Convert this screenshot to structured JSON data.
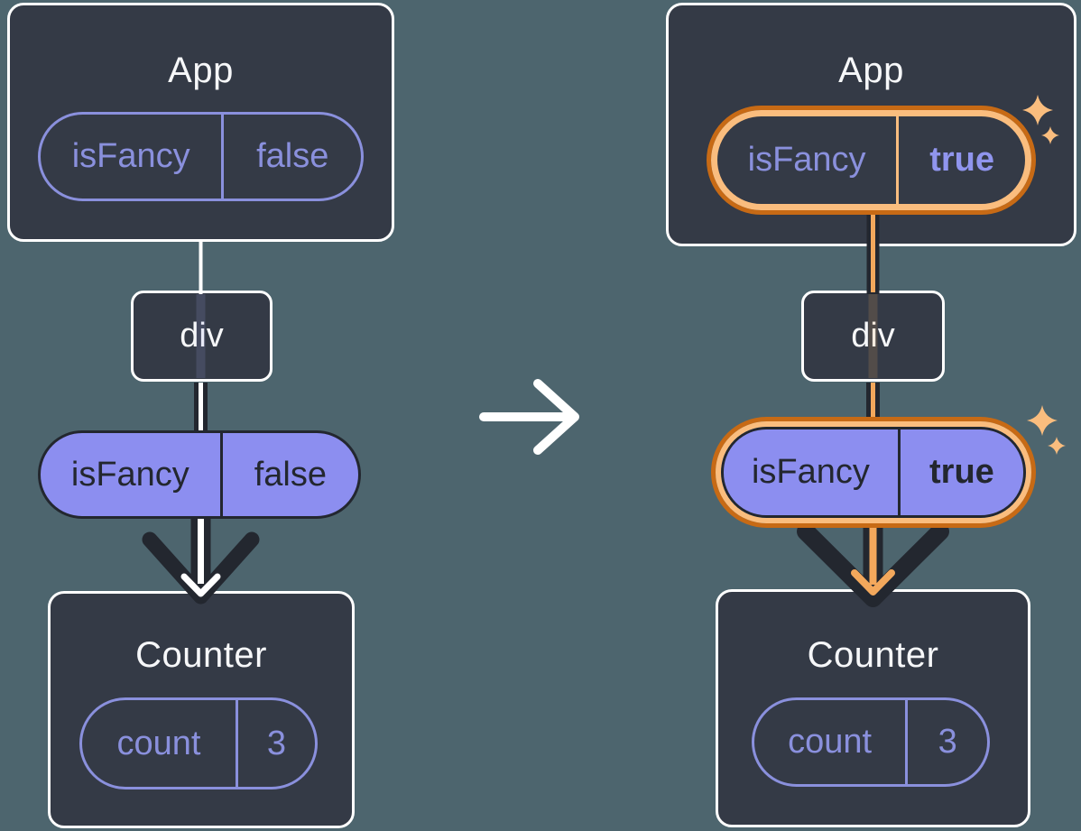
{
  "colors": {
    "background": "#4D656E",
    "card_bg": "#343A46",
    "card_border": "#FFFFFF",
    "purple": "#8A90DD",
    "purple_bright": "#9095EE",
    "purple_fill": "#8C8EF0",
    "dark": "#23272F",
    "orange_dark": "#C76A15",
    "orange_light": "#FABD7E",
    "orange_line": "#F3A85C",
    "white": "#FFFFFF"
  },
  "icons": {
    "transition_arrow": "arrow-right-icon",
    "highlight": "sparkle-icon",
    "flow": "arrow-down-icon"
  },
  "before": {
    "app_title": "App",
    "app_prop": {
      "label": "isFancy",
      "value": "false"
    },
    "div_label": "div",
    "passed_prop": {
      "label": "isFancy",
      "value": "false"
    },
    "counter_title": "Counter",
    "counter_state": {
      "label": "count",
      "value": "3"
    }
  },
  "after": {
    "app_title": "App",
    "app_prop": {
      "label": "isFancy",
      "value": "true"
    },
    "div_label": "div",
    "passed_prop": {
      "label": "isFancy",
      "value": "true"
    },
    "counter_title": "Counter",
    "counter_state": {
      "label": "count",
      "value": "3"
    }
  }
}
